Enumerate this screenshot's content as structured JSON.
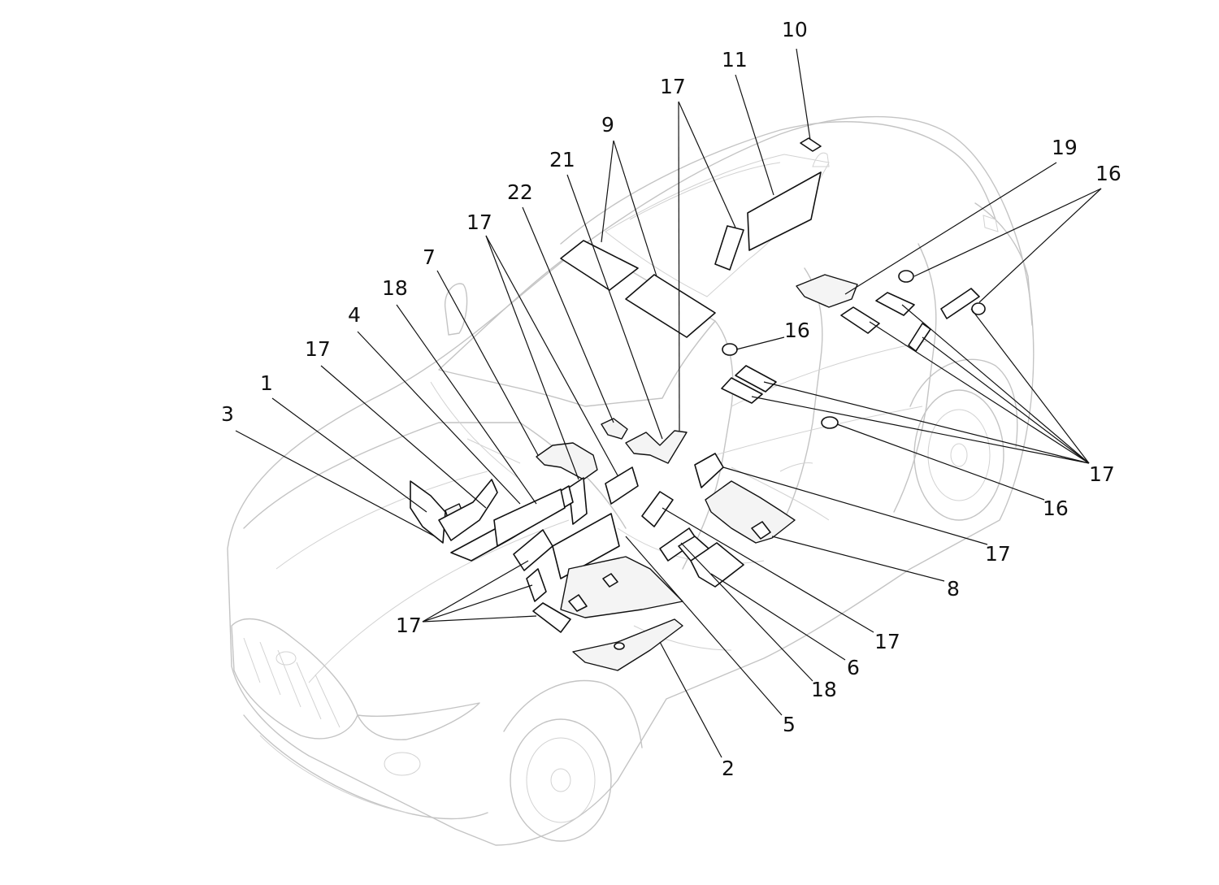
{
  "diagram": {
    "callouts": [
      {
        "id": "c10",
        "text": "10"
      },
      {
        "id": "c11",
        "text": "11"
      },
      {
        "id": "c17a",
        "text": "17"
      },
      {
        "id": "c9",
        "text": "9"
      },
      {
        "id": "c21",
        "text": "21"
      },
      {
        "id": "c22",
        "text": "22"
      },
      {
        "id": "c17b",
        "text": "17"
      },
      {
        "id": "c7",
        "text": "7"
      },
      {
        "id": "c18a",
        "text": "18"
      },
      {
        "id": "c4",
        "text": "4"
      },
      {
        "id": "c17c",
        "text": "17"
      },
      {
        "id": "c1",
        "text": "1"
      },
      {
        "id": "c3",
        "text": "3"
      },
      {
        "id": "c19",
        "text": "19"
      },
      {
        "id": "c16a",
        "text": "16"
      },
      {
        "id": "c16b",
        "text": "16"
      },
      {
        "id": "c17d",
        "text": "17"
      },
      {
        "id": "c16c",
        "text": "16"
      },
      {
        "id": "c17e",
        "text": "17"
      },
      {
        "id": "c8",
        "text": "8"
      },
      {
        "id": "c17f",
        "text": "17"
      },
      {
        "id": "c6",
        "text": "6"
      },
      {
        "id": "c18b",
        "text": "18"
      },
      {
        "id": "c5",
        "text": "5"
      },
      {
        "id": "c2",
        "text": "2"
      },
      {
        "id": "c17g",
        "text": "17"
      }
    ]
  }
}
